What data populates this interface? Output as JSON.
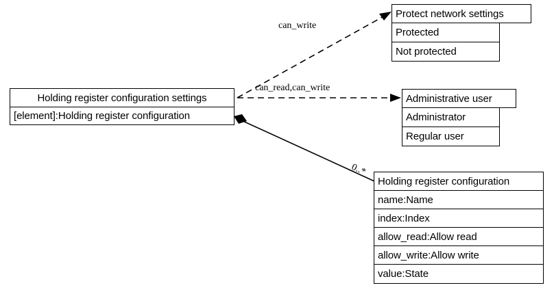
{
  "diagram": {
    "type": "uml-class-diagram",
    "background_color": "#ffffff",
    "line_color": "#000000",
    "text_color": "#000000"
  },
  "classes": {
    "settings": {
      "name": "holding-register-configuration-settings",
      "header": "Holding register configuration settings",
      "rows": [
        "[element]:Holding register configuration"
      ]
    },
    "protect_network_settings": {
      "name": "protect-network-settings",
      "header": "Protect network settings",
      "rows": [
        "Protected",
        "Not protected"
      ]
    },
    "administrative_user": {
      "name": "administrative-user",
      "header": "Administrative user",
      "rows": [
        "Administrator",
        "Regular user"
      ]
    },
    "holding_register_configuration": {
      "name": "holding-register-configuration",
      "header": "Holding register configuration",
      "rows": [
        "name:Name",
        "index:Index",
        "allow_read:Allow read",
        "allow_write:Allow write",
        "value:State"
      ]
    }
  },
  "edges": {
    "can_write": {
      "label": "can_write",
      "style": "dashed",
      "arrow": "open-arrow",
      "from": "holding-register-configuration-settings",
      "to": "protect-network-settings"
    },
    "can_read_can_write": {
      "label": "can_read,can_write",
      "style": "dashed",
      "arrow": "open-arrow",
      "from": "holding-register-configuration-settings",
      "to": "administrative-user"
    },
    "composition": {
      "label": "0..*",
      "style": "solid",
      "arrow": "filled-diamond",
      "from": "holding-register-configuration-settings",
      "to": "holding-register-configuration"
    }
  }
}
